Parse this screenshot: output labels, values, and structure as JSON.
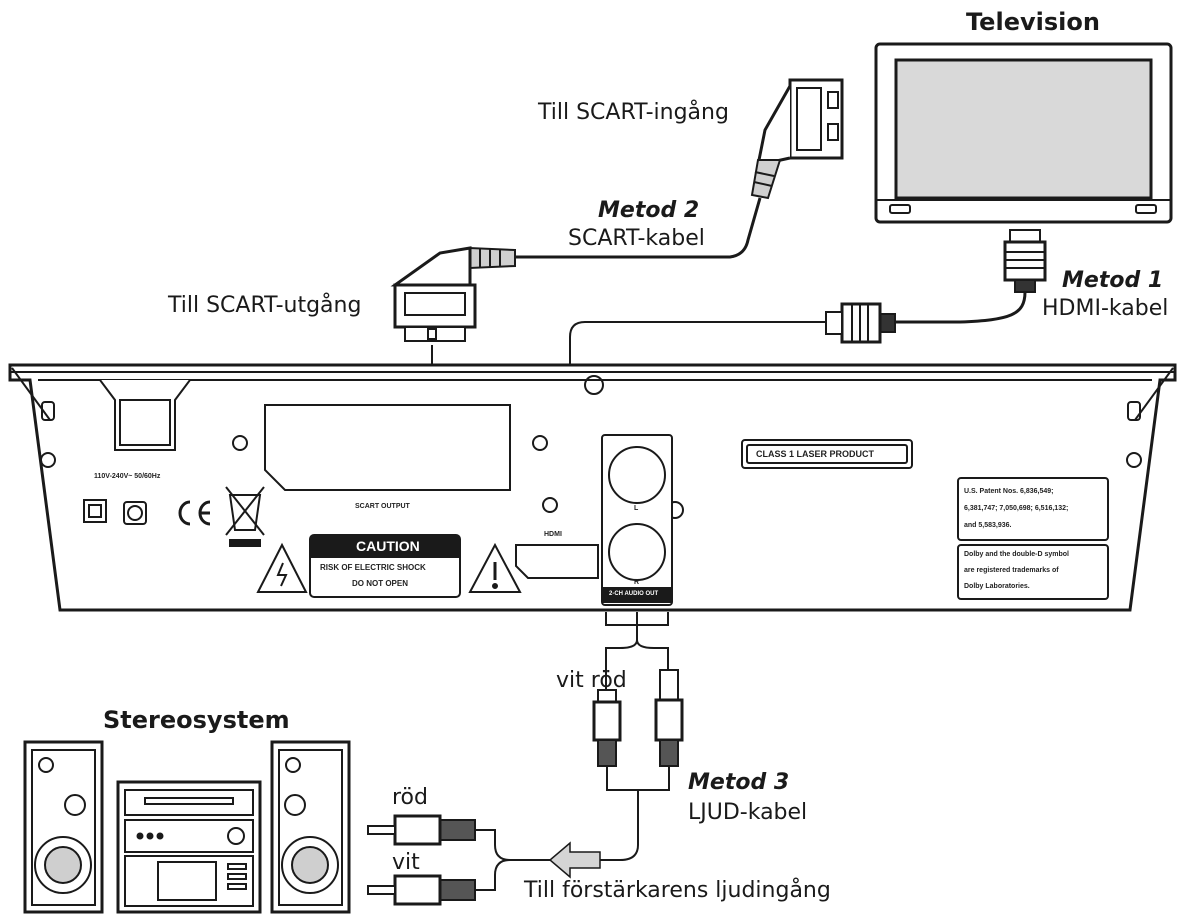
{
  "devices": {
    "television": "Television",
    "stereo": "Stereosystem"
  },
  "methods": {
    "m1": {
      "title": "Metod 1",
      "cable": "HDMI-kabel"
    },
    "m2": {
      "title": "Metod 2",
      "cable": "SCART-kabel"
    },
    "m3": {
      "title": "Metod 3",
      "cable": "LJUD-kabel"
    }
  },
  "labels": {
    "scart_in": "Till SCART-ingång",
    "scart_out": "Till SCART-utgång",
    "white_red": "vit röd",
    "red": "röd",
    "white": "vit",
    "amp_input": "Till förstärkarens ljudingång"
  },
  "panel": {
    "power_rating": "110V-240V~  50/60Hz",
    "scart_output": "SCART OUTPUT",
    "caution_title": "CAUTION",
    "caution_line1": "RISK OF ELECTRIC SHOCK",
    "caution_line2": "DO NOT OPEN",
    "hdmi": "HDMI",
    "audio_l": "L",
    "audio_r": "R",
    "audio_out": "2-CH AUDIO OUT",
    "laser": "CLASS 1 LASER PRODUCT",
    "patent_1": "U.S. Patent Nos. 6,836,549;",
    "patent_2": "6,381,747; 7,050,698; 6,516,132;",
    "patent_3": "and 5,583,936.",
    "dolby_1": "Dolby and the double-D symbol",
    "dolby_2": "are registered trademarks of",
    "dolby_3": "Dolby Laboratories."
  }
}
